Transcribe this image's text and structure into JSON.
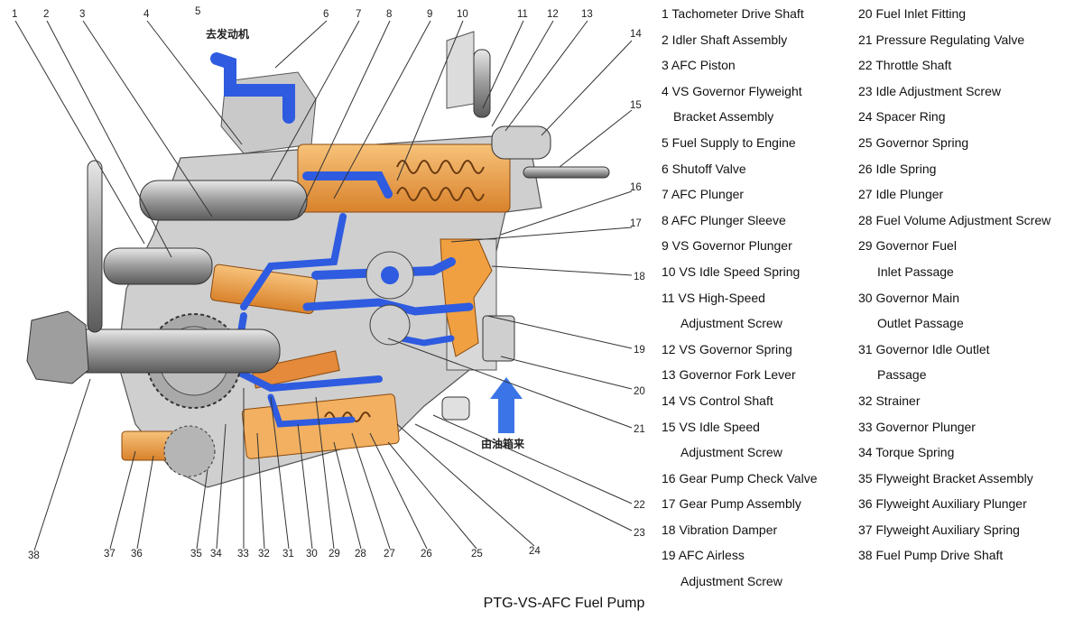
{
  "diagram": {
    "numbers": [
      "1",
      "2",
      "3",
      "4",
      "5",
      "6",
      "7",
      "8",
      "9",
      "10",
      "11",
      "12",
      "13",
      "14",
      "15",
      "16",
      "17",
      "18",
      "19",
      "20",
      "21",
      "22",
      "23",
      "24",
      "25",
      "26",
      "27",
      "28",
      "29",
      "30",
      "31",
      "32",
      "33",
      "34",
      "35",
      "36",
      "37",
      "38"
    ],
    "label_to_engine": "去发动机",
    "label_from_tank": "由油箱来"
  },
  "legend": {
    "column1": [
      [
        "1 Tachometer Drive Shaft"
      ],
      [
        "2 Idler Shaft Assembly"
      ],
      [
        "3 AFC Piston"
      ],
      [
        "4 VS Governor Flyweight",
        "Bracket Assembly"
      ],
      [
        "5 Fuel Supply to Engine"
      ],
      [
        "6 Shutoff Valve"
      ],
      [
        "7 AFC Plunger"
      ],
      [
        "8 AFC Plunger Sleeve"
      ],
      [
        "9 VS Governor Plunger"
      ],
      [
        "10 VS Idle Speed Spring"
      ],
      [
        "11 VS High-Speed",
        "Adjustment Screw"
      ],
      [
        "12 VS Governor Spring"
      ],
      [
        "13 Governor Fork Lever"
      ],
      [
        "14 VS Control Shaft"
      ],
      [
        "15 VS Idle Speed",
        "Adjustment Screw"
      ],
      [
        "16 Gear Pump Check Valve"
      ],
      [
        "17 Gear Pump Assembly"
      ],
      [
        "18 Vibration Damper"
      ],
      [
        "19 AFC Airless",
        "Adjustment Screw"
      ]
    ],
    "column2": [
      [
        "20 Fuel Inlet Fitting"
      ],
      [
        "21 Pressure Regulating Valve"
      ],
      [
        "22 Throttle Shaft"
      ],
      [
        "23 Idle Adjustment Screw"
      ],
      [
        "24 Spacer Ring"
      ],
      [
        "25 Governor Spring"
      ],
      [
        "26 Idle Spring"
      ],
      [
        "27 Idle Plunger"
      ],
      [
        "28 Fuel Volume Adjustment Screw"
      ],
      [
        "29 Governor Fuel",
        "Inlet Passage"
      ],
      [
        "30 Governor Main",
        "Outlet Passage"
      ],
      [
        "31 Governor Idle Outlet",
        "Passage"
      ],
      [
        "32 Strainer"
      ],
      [
        "33 Governor Plunger"
      ],
      [
        "34 Torque Spring"
      ],
      [
        "35 Flyweight Bracket Assembly"
      ],
      [
        "36 Flyweight Auxiliary Plunger"
      ],
      [
        "37 Flyweight Auxiliary Spring"
      ],
      [
        "38 Fuel Pump Drive Shaft"
      ]
    ]
  },
  "caption": "PTG-VS-AFC Fuel Pump",
  "colors": {
    "fuel_blue": "#2e5be0",
    "part_orange": "#f0a040",
    "housing_gray": "#b9b9b9",
    "arrow_blue": "#3b74e6"
  }
}
